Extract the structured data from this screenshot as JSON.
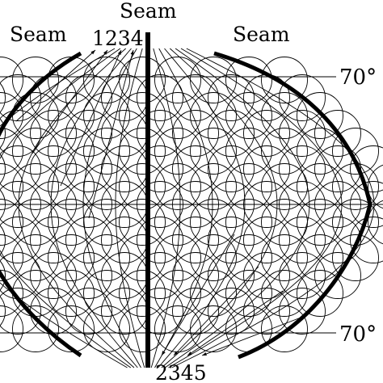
{
  "figure": {
    "labels": {
      "seam_top": "Seam",
      "seam_left": "Seam",
      "seam_right": "Seam",
      "numbers_top": "1234",
      "numbers_bottom": "2345",
      "lat_top": "70°",
      "lat_bottom": "70°"
    }
  }
}
